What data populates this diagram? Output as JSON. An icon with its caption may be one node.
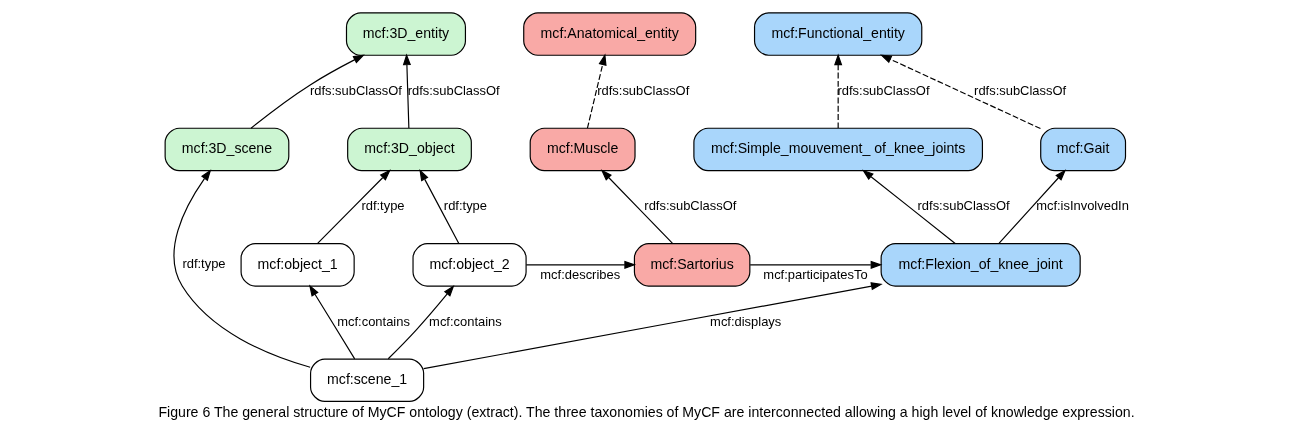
{
  "diagram": {
    "caption": "**Figure 6 The general structure of MyCF ontology (extract).** The three taxonomies of MyCF are interconnected allowing a high level of knowledge expression.",
    "nodes": [
      {
        "text": [
          "mcf:3D_entity"
        ]
      },
      {
        "text": [
          "mcf:3D_scene"
        ]
      },
      {
        "text": [
          "mcf:3D_object"
        ]
      },
      {
        "text": [
          "mcf:scene_1"
        ]
      },
      {
        "text": [
          "mcf:object_1"
        ]
      },
      {
        "text": [
          "mcf:object_2"
        ]
      },
      {
        "text": [
          "mcf:Anatomical_entity"
        ]
      },
      {
        "text": [
          "mcf:Muscle"
        ]
      },
      {
        "text": [
          "mcf:Sartorius"
        ]
      },
      {
        "text": [
          "mcf:Functional_entity"
        ]
      },
      {
        "text": [
          "mcf:Simple_mouvement_ of_knee_joints"
        ]
      },
      {
        "text": [
          "mcf:Gait"
        ]
      },
      {
        "text": [
          "mcf:Flexion_of_knee_joint"
        ]
      }
    ],
    "edges": [
      {
        "from": 1,
        "to": 0,
        "arrow": "to",
        "label": "rdfs:subClassOf"
      },
      {
        "from": 2,
        "to": 0,
        "arrow": "to",
        "label": "rdfs:subClassOf"
      },
      {
        "from": 3,
        "to": 1,
        "arrow": "to",
        "label": "rdf:type"
      },
      {
        "from": 4,
        "to": 2,
        "arrow": "to",
        "label": "rdf:type"
      },
      {
        "from": 5,
        "to": 2,
        "arrow": "to",
        "label": "rdf:type"
      },
      {
        "from": 3,
        "to": 4,
        "arrow": "to",
        "label": "mcf:contains"
      },
      {
        "from": 3,
        "to": 5,
        "arrow": "to",
        "label": "mcf:contains"
      },
      {
        "from": 5,
        "to": 8,
        "arrow": "to",
        "label": "mcf:describes"
      },
      {
        "from": 7,
        "to": 6,
        "arrow": "to",
        "label": "rdfs:subClassOf",
        "style": "dashed"
      },
      {
        "from": 8,
        "to": 7,
        "arrow": "to",
        "label": "rdfs:subClassOf"
      },
      {
        "from": 10,
        "to": 9,
        "arrow": "to",
        "label": "rdfs:subClassOf",
        "style": "dashed"
      },
      {
        "from": 11,
        "to": 9,
        "arrow": "to",
        "label": "rdfs:subClassOf",
        "style": "dashed"
      },
      {
        "from": 8,
        "to": 12,
        "arrow": "to",
        "label": "mcf:participatesTo"
      },
      {
        "from": 12,
        "to": 10,
        "arrow": "to",
        "label": "rdfs:subClassOf"
      },
      {
        "from": 12,
        "to": 11,
        "arrow": "to",
        "label": "mcf:isInvolvedIn"
      },
      {
        "from": 3,
        "to": 12,
        "arrow": "to",
        "label": "mcf:displays"
      }
    ]
  }
}
